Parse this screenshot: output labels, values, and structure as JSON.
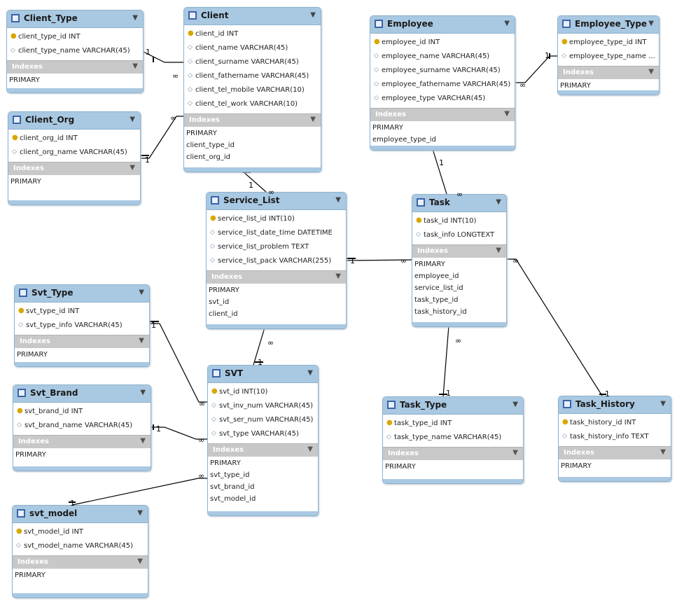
{
  "tables": {
    "client_type": {
      "name": "Client_Type",
      "columns": [
        {
          "text": "client_type_id INT",
          "key": true
        },
        {
          "text": "client_type_name VARCHAR(45)",
          "key": false
        }
      ],
      "indexes_label": "Indexes",
      "indexes": [
        "PRIMARY"
      ]
    },
    "client": {
      "name": "Client",
      "columns": [
        {
          "text": "client_id INT",
          "key": true
        },
        {
          "text": "client_name VARCHAR(45)",
          "key": false
        },
        {
          "text": "client_surname VARCHAR(45)",
          "key": false
        },
        {
          "text": "client_fathername VARCHAR(45)",
          "key": false
        },
        {
          "text": "client_tel_mobile VARCHAR(10)",
          "key": false
        },
        {
          "text": "client_tel_work VARCHAR(10)",
          "key": false
        }
      ],
      "indexes_label": "Indexes",
      "indexes": [
        "PRIMARY",
        "client_type_id",
        "client_org_id"
      ]
    },
    "client_org": {
      "name": "Client_Org",
      "columns": [
        {
          "text": "client_org_id INT",
          "key": true
        },
        {
          "text": "client_org_name VARCHAR(45)",
          "key": false
        }
      ],
      "indexes_label": "Indexes",
      "indexes": [
        "PRIMARY"
      ]
    },
    "employee": {
      "name": "Employee",
      "columns": [
        {
          "text": "employee_id INT",
          "key": true
        },
        {
          "text": "employee_name VARCHAR(45)",
          "key": false
        },
        {
          "text": "employee_surname VARCHAR(45)",
          "key": false
        },
        {
          "text": "employee_fathername VARCHAR(45)",
          "key": false
        },
        {
          "text": "employee_type VARCHAR(45)",
          "key": false
        }
      ],
      "indexes_label": "Indexes",
      "indexes": [
        "PRIMARY",
        "employee_type_id"
      ]
    },
    "employee_type": {
      "name": "Employee_Type",
      "columns": [
        {
          "text": "employee_type_id INT",
          "key": true
        },
        {
          "text": "employee_type_name ...",
          "key": false
        }
      ],
      "indexes_label": "Indexes",
      "indexes": [
        "PRIMARY"
      ]
    },
    "service_list": {
      "name": "Service_List",
      "columns": [
        {
          "text": "service_list_id INT(10)",
          "key": true
        },
        {
          "text": "service_list_date_time DATETIME",
          "key": false
        },
        {
          "text": "service_list_problem TEXT",
          "key": false
        },
        {
          "text": "service_list_pack VARCHAR(255)",
          "key": false
        }
      ],
      "indexes_label": "Indexes",
      "indexes": [
        "PRIMARY",
        "svt_id",
        "client_id"
      ]
    },
    "task": {
      "name": "Task",
      "columns": [
        {
          "text": "task_id INT(10)",
          "key": true
        },
        {
          "text": "task_info LONGTEXT",
          "key": false
        }
      ],
      "indexes_label": "Indexes",
      "indexes": [
        "PRIMARY",
        "employee_id",
        "service_list_id",
        "task_type_id",
        "task_history_id"
      ]
    },
    "svt_type": {
      "name": "Svt_Type",
      "columns": [
        {
          "text": "svt_type_id INT",
          "key": true
        },
        {
          "text": "svt_type_info VARCHAR(45)",
          "key": false
        }
      ],
      "indexes_label": "Indexes",
      "indexes": [
        "PRIMARY"
      ]
    },
    "svt": {
      "name": "SVT",
      "columns": [
        {
          "text": "svt_id INT(10)",
          "key": true
        },
        {
          "text": "svt_inv_num VARCHAR(45)",
          "key": false
        },
        {
          "text": "svt_ser_num VARCHAR(45)",
          "key": false
        },
        {
          "text": "svt_type VARCHAR(45)",
          "key": false
        }
      ],
      "indexes_label": "Indexes",
      "indexes": [
        "PRIMARY",
        "svt_type_id",
        "svt_brand_id",
        "svt_model_id"
      ]
    },
    "svt_brand": {
      "name": "Svt_Brand",
      "columns": [
        {
          "text": "svt_brand_id INT",
          "key": true
        },
        {
          "text": "svt_brand_name VARCHAR(45)",
          "key": false
        }
      ],
      "indexes_label": "Indexes",
      "indexes": [
        "PRIMARY"
      ]
    },
    "svt_model": {
      "name": "svt_model",
      "columns": [
        {
          "text": "svt_model_id INT",
          "key": true
        },
        {
          "text": "svt_model_name VARCHAR(45)",
          "key": false
        }
      ],
      "indexes_label": "Indexes",
      "indexes": [
        "PRIMARY"
      ]
    },
    "task_type": {
      "name": "Task_Type",
      "columns": [
        {
          "text": "task_type_id INT",
          "key": true
        },
        {
          "text": "task_type_name VARCHAR(45)",
          "key": false
        }
      ],
      "indexes_label": "Indexes",
      "indexes": [
        "PRIMARY"
      ]
    },
    "task_history": {
      "name": "Task_History",
      "columns": [
        {
          "text": "task_history_id INT",
          "key": true
        },
        {
          "text": "task_history_info TEXT",
          "key": false
        }
      ],
      "indexes_label": "Indexes",
      "indexes": [
        "PRIMARY"
      ]
    }
  },
  "relationships": [
    {
      "from": "client_type",
      "to": "client",
      "from_card": "1",
      "to_card": "∞"
    },
    {
      "from": "client_org",
      "to": "client",
      "from_card": "1",
      "to_card": "∞"
    },
    {
      "from": "client",
      "to": "service_list",
      "from_card": "1",
      "to_card": "∞"
    },
    {
      "from": "service_list",
      "to": "task",
      "from_card": "1",
      "to_card": "∞"
    },
    {
      "from": "employee",
      "to": "task",
      "from_card": "1",
      "to_card": "∞"
    },
    {
      "from": "employee_type",
      "to": "employee",
      "from_card": "1",
      "to_card": "∞"
    },
    {
      "from": "svt",
      "to": "service_list",
      "from_card": "1",
      "to_card": "∞"
    },
    {
      "from": "svt_type",
      "to": "svt",
      "from_card": "1",
      "to_card": "∞"
    },
    {
      "from": "svt_brand",
      "to": "svt",
      "from_card": "1",
      "to_card": "∞"
    },
    {
      "from": "svt_model",
      "to": "svt",
      "from_card": "1",
      "to_card": "∞"
    },
    {
      "from": "task_type",
      "to": "task",
      "from_card": "1",
      "to_card": "∞"
    },
    {
      "from": "task_history",
      "to": "task",
      "from_card": "1",
      "to_card": "∞"
    }
  ],
  "colors": {
    "header": "#a9c8e2",
    "border": "#8eb2cc",
    "index_header": "#c8c8c8",
    "key_icon": "#d8a800",
    "column_icon": "#6a8db0"
  },
  "icons": {
    "table": "table-icon",
    "key": "primary-key-icon",
    "column": "column-diamond-icon",
    "collapse": "collapse-arrow-icon"
  }
}
